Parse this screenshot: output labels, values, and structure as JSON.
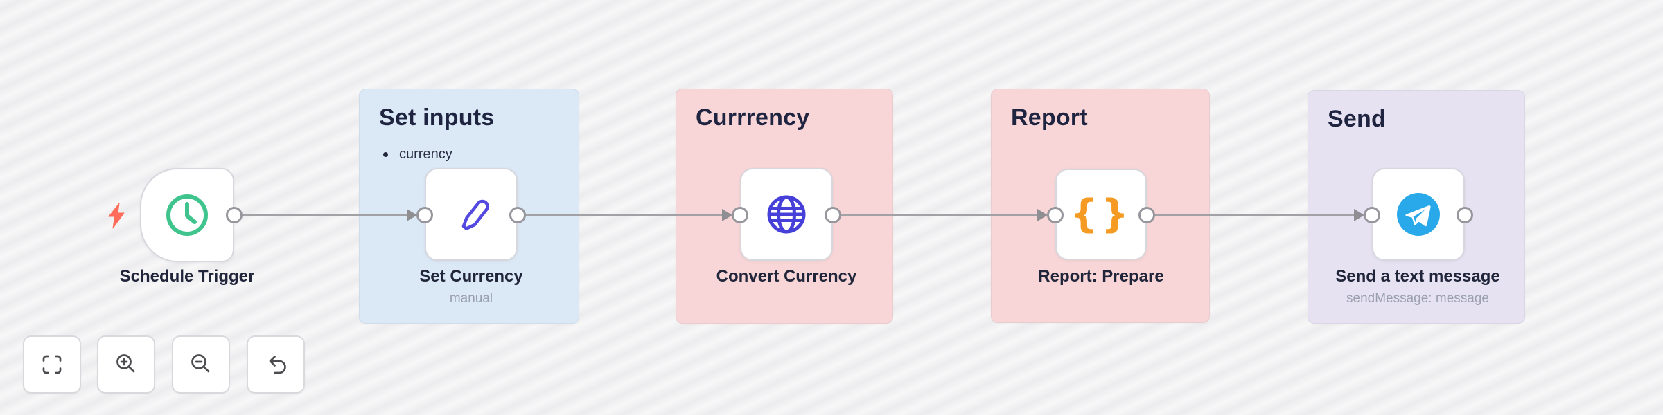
{
  "colors": {
    "canvas_bg": "#f4f4f5",
    "connection": "#a2a2a6",
    "bolt": "#ff6d5a",
    "node_border": "#d7d7de"
  },
  "stickies": [
    {
      "name": "set-inputs",
      "title": "Set inputs",
      "bullets": [
        "currency"
      ],
      "bg": "#dbe8f6"
    },
    {
      "name": "currrency",
      "title": "Currrency",
      "bg": "#f8d6d8"
    },
    {
      "name": "report",
      "title": "Report",
      "bg": "#f8d6d8"
    },
    {
      "name": "send",
      "title": "Send",
      "bg": "#e6e2f2"
    }
  ],
  "nodes": [
    {
      "name": "schedule-trigger",
      "label": "Schedule Trigger",
      "icon": "clock-icon",
      "color": "#3fc48e"
    },
    {
      "name": "set-currency",
      "label": "Set Currency",
      "subtitle": "manual",
      "icon": "pencil-icon",
      "color": "#5348e0"
    },
    {
      "name": "convert-currency",
      "label": "Convert Currency",
      "icon": "globe-icon",
      "color": "#4640d8"
    },
    {
      "name": "report-prepare",
      "label": "Report: Prepare",
      "icon": "braces-icon",
      "color": "#f59a23",
      "glyph": "{}"
    },
    {
      "name": "send-text-message",
      "label": "Send a text message",
      "subtitle": "sendMessage: message",
      "icon": "telegram-icon",
      "color": "#29a9ea",
      "plane_color": "#ffffff"
    }
  ],
  "controls": [
    {
      "name": "zoom-to-fit",
      "icon": "fit-view-icon"
    },
    {
      "name": "zoom-in",
      "icon": "zoom-in-icon"
    },
    {
      "name": "zoom-out",
      "icon": "zoom-out-icon"
    },
    {
      "name": "undo",
      "icon": "undo-icon"
    }
  ]
}
